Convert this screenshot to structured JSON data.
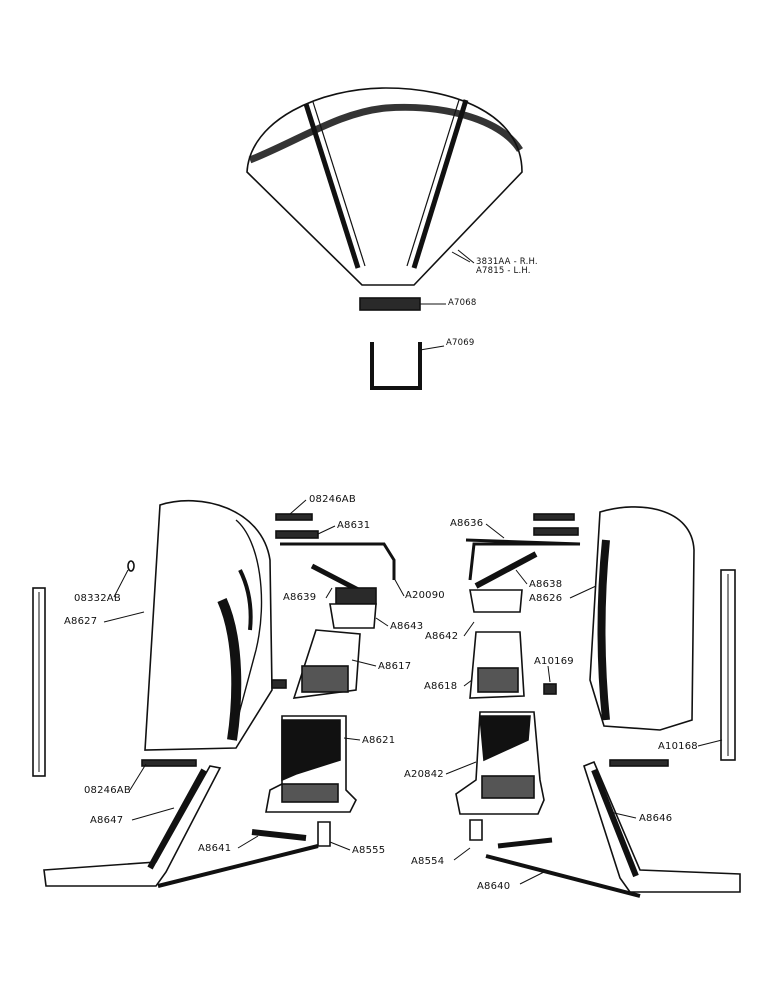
{
  "colors": {
    "ink": "#111111",
    "paper": "#ffffff",
    "shade": "#2a2a2a"
  },
  "top": {
    "fan_rh": "3831AA - R.H.",
    "fan_lh": "A7815 - L.H.",
    "bracket": "A7068",
    "ubolt": "A7069"
  },
  "left": {
    "clip": "08246AB",
    "brace": "A8631",
    "rod": "A8639",
    "rod_end": "A20090",
    "nut": "08332AB",
    "fender": "A8627",
    "support": "A8643",
    "step_upper": "A8617",
    "panel": "A8621",
    "clip_bottom": "08246AB",
    "rail": "A8647",
    "strap": "A8641",
    "angle": "A8555"
  },
  "right": {
    "brace": "A8636",
    "rod": "A8638",
    "fender": "A8626",
    "support": "A8642",
    "step_upper": "A8618",
    "bolt": "A10169",
    "strip": "A10168",
    "panel": "A20842",
    "rail": "A8646",
    "angle": "A8554",
    "strap": "A8640"
  }
}
